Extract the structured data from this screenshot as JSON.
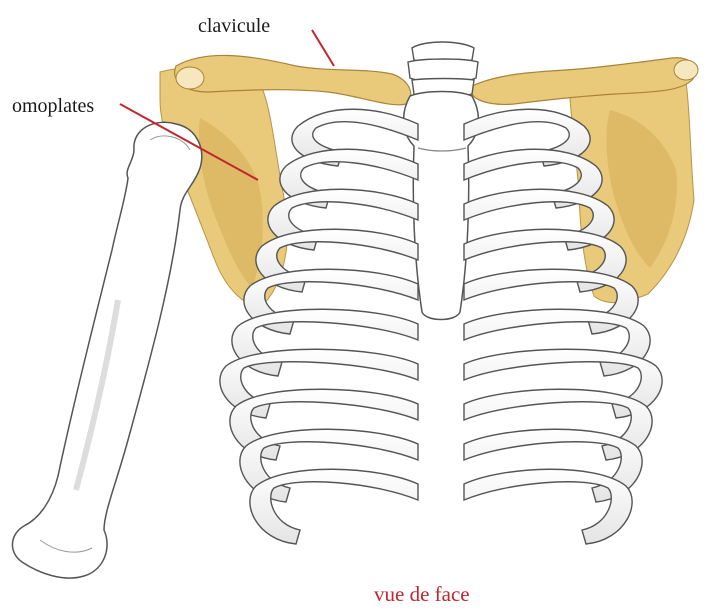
{
  "labels": {
    "clavicule": "clavicule",
    "omoplates": "omoplates",
    "view": "vue de face"
  },
  "colors": {
    "bone_highlight": "#e9c97a",
    "bone_shadow": "#d6ad55",
    "bone": "#ffffff",
    "bone_outline": "#555555",
    "bone_shade": "#d9d9d9",
    "leader_line": "#c0262d",
    "caption": "#c0262d"
  }
}
